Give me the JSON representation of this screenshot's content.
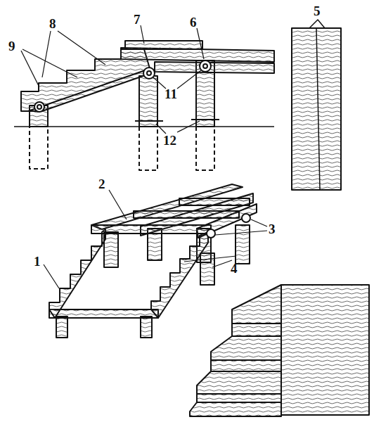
{
  "diagram": {
    "labels": [
      "8",
      "7",
      "6",
      "9",
      "11",
      "12",
      "5",
      "2",
      "3",
      "4",
      "1"
    ]
  }
}
